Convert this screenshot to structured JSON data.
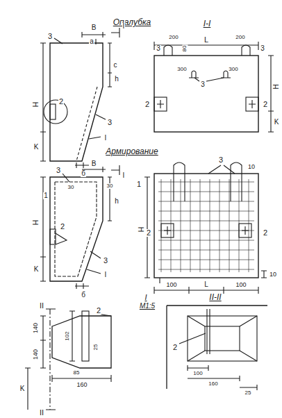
{
  "diagram": {
    "labels": [
      "Опалубка",
      "I-I",
      "Армирование",
      "I",
      "М1:5",
      "II-II",
      "3",
      "B",
      "a",
      "I",
      "c",
      "h",
      "H",
      "2",
      "3",
      "I",
      "K",
      "б",
      "I",
      "L",
      "3",
      "200",
      "80",
      "200",
      "3",
      "300",
      "3",
      "300",
      "2",
      "2",
      "H",
      "K",
      "3",
      "B",
      "30",
      "1",
      "30",
      "h",
      "2",
      "H",
      "K",
      "3",
      "I",
      "б",
      "3",
      "10",
      "1",
      "H",
      "2",
      "2",
      "100",
      "L",
      "100",
      "10",
      "II",
      "140",
      "140",
      "2",
      "102",
      "25",
      "85",
      "160",
      "K",
      "II",
      "2",
      "100",
      "160",
      "25"
    ]
  }
}
